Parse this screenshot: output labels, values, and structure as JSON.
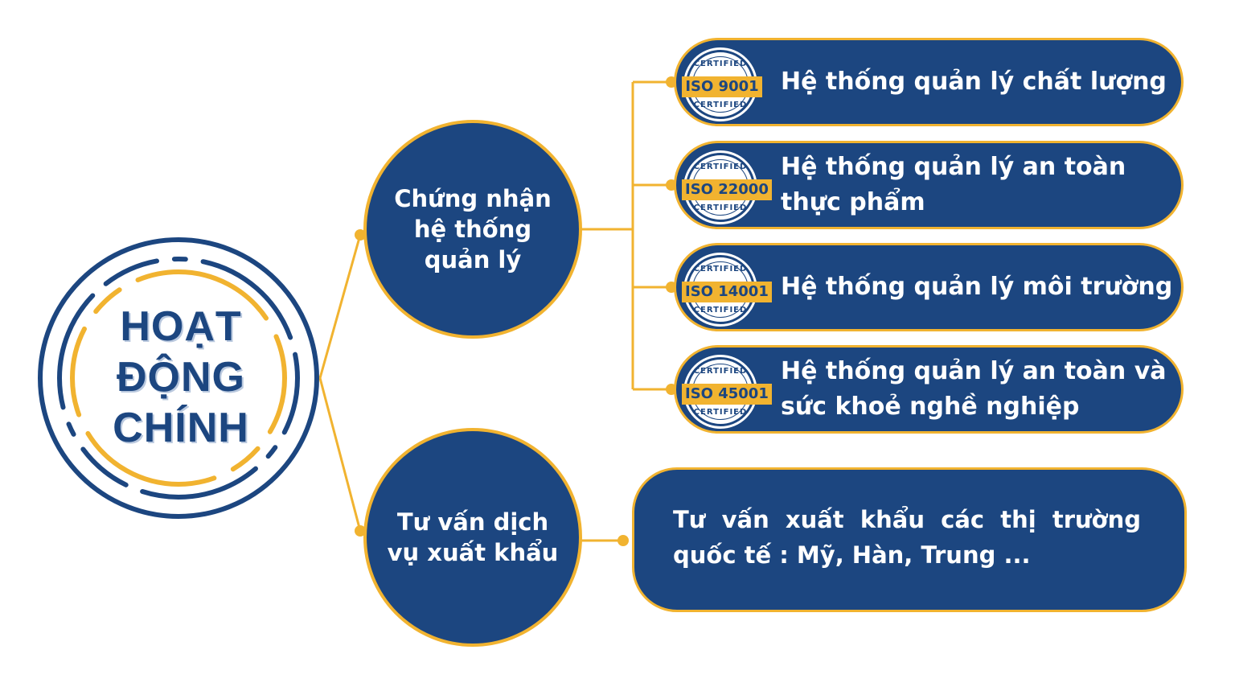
{
  "root": {
    "lines": [
      "HOẠT",
      "ĐỘNG",
      "CHÍNH"
    ]
  },
  "branches": [
    {
      "lines": [
        "Chứng nhận",
        "hệ thống",
        "quản lý"
      ],
      "children": [
        {
          "iso": "ISO 9001",
          "lines": [
            "Hệ thống quản lý chất lượng"
          ]
        },
        {
          "iso": "ISO 22000",
          "lines": [
            "Hệ thống quản lý an toàn",
            "thực phẩm"
          ]
        },
        {
          "iso": "ISO 14001",
          "lines": [
            "Hệ thống quản lý môi trường"
          ]
        },
        {
          "iso": "ISO 45001",
          "lines": [
            "Hệ thống quản lý an toàn và",
            "sức khoẻ nghề nghiệp"
          ]
        }
      ]
    },
    {
      "lines": [
        "Tư vấn dịch",
        "vụ xuất khẩu"
      ],
      "detail": {
        "line1_words": [
          "Tư",
          "vấn",
          "xuất",
          "khẩu",
          "các",
          "thị",
          "trường"
        ],
        "line2": "quốc tế : Mỹ, Hàn, Trung ..."
      }
    }
  ],
  "badge_text": "CERTIFIED",
  "colors": {
    "navy": "#1c4680",
    "gold": "#f1b330",
    "background": "#ffffff"
  },
  "icons": [
    "certified-seal-icon"
  ]
}
